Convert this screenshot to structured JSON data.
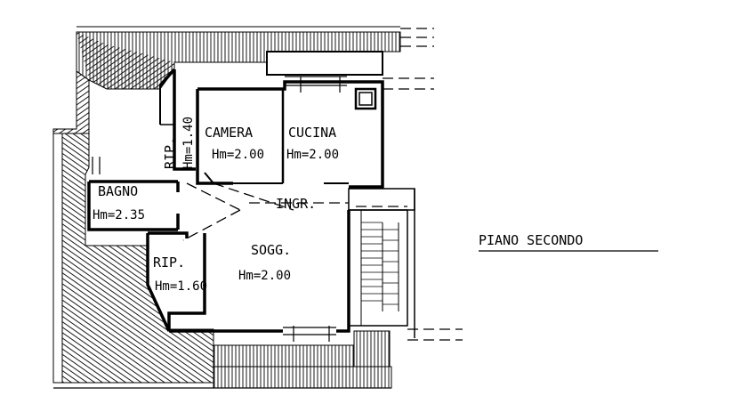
{
  "drawing_title": "PIANO SECONDO",
  "rooms": [
    {
      "id": "camera",
      "name": "CAMERA",
      "height": "Hm=2.00"
    },
    {
      "id": "cucina",
      "name": "CUCINA",
      "height": "Hm=2.00"
    },
    {
      "id": "bagno",
      "name": "BAGNO",
      "height": "Hm=2.35"
    },
    {
      "id": "ingr",
      "name": "INGR.",
      "height": ""
    },
    {
      "id": "sogg",
      "name": "SOGG.",
      "height": "Hm=2.00"
    },
    {
      "id": "rip1",
      "name": "RIP.",
      "height": "Hm=1.40"
    },
    {
      "id": "rip2",
      "name": "RIP.",
      "height": "Hm=1.60"
    }
  ]
}
